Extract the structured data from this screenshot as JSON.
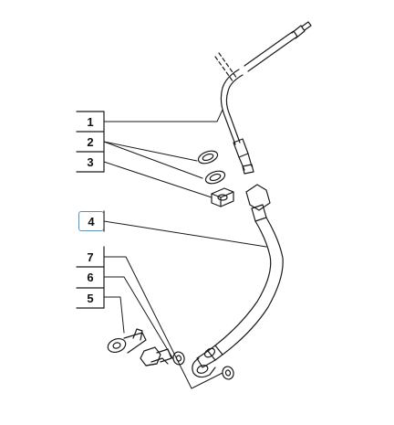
{
  "callouts": {
    "c1": "1",
    "c2": "2",
    "c3": "3",
    "c4": "4",
    "c5": "5",
    "c6": "6",
    "c7": "7"
  },
  "colors": {
    "line": "#1a1a1a",
    "highlight_box": "#5f8fb4",
    "background": "#ffffff"
  }
}
